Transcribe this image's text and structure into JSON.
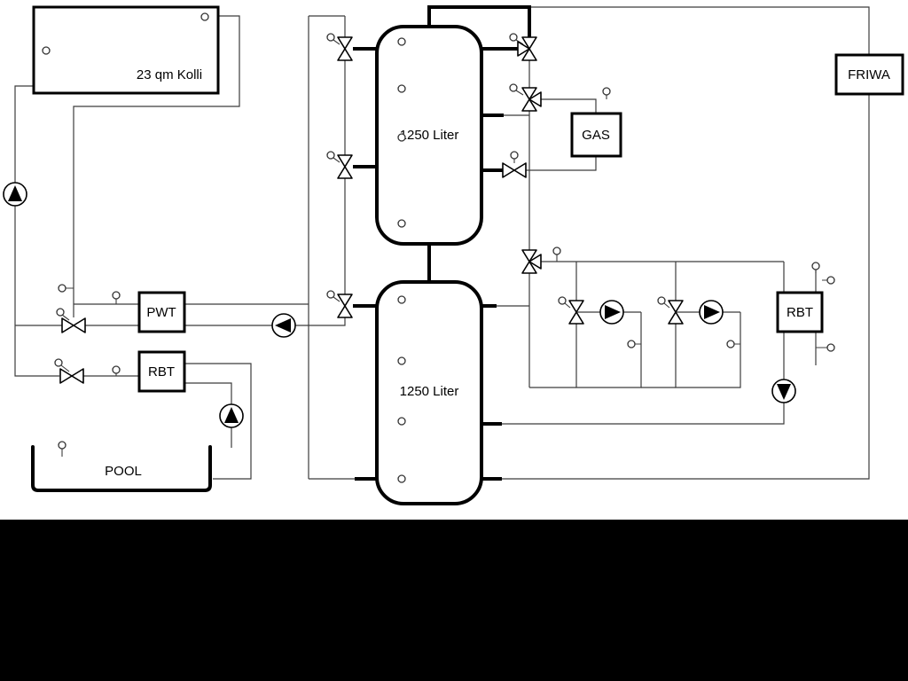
{
  "colors": {
    "background": "#ffffff",
    "letterbox": "#000000",
    "pipe_thin": "#3c3c3c",
    "pipe_thick": "#000000"
  },
  "labels": {
    "collector": "23 qm Kolli",
    "tank_top": "1250 Liter",
    "tank_bottom": "1250 Liter",
    "gas": "GAS",
    "friwa": "FRIWA",
    "pwt": "PWT",
    "rbt_left": "RBT",
    "rbt_right": "RBT",
    "pool": "POOL"
  }
}
